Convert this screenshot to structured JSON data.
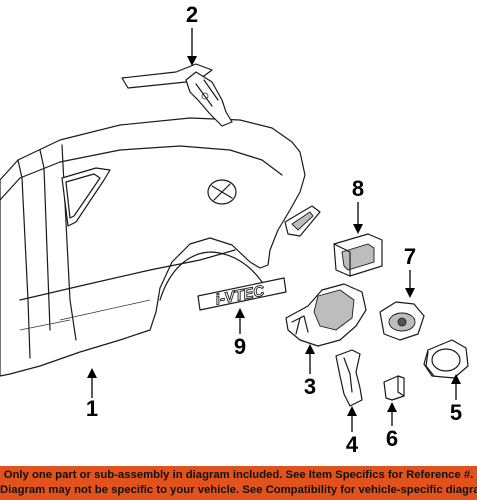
{
  "callouts": [
    {
      "id": "1",
      "label": "1"
    },
    {
      "id": "2",
      "label": "2"
    },
    {
      "id": "3",
      "label": "3"
    },
    {
      "id": "4",
      "label": "4"
    },
    {
      "id": "5",
      "label": "5"
    },
    {
      "id": "6",
      "label": "6"
    },
    {
      "id": "7",
      "label": "7"
    },
    {
      "id": "8",
      "label": "8"
    },
    {
      "id": "9",
      "label": "9"
    }
  ],
  "emblem_text": "i-VTEC",
  "footer": {
    "line1": "Only one part or sub-assembly in diagram included. See Item Specifics for Reference #.",
    "line2": "Diagram may not be specific to your vehicle. See Compatibility for vehicle-specific diagrams."
  },
  "colors": {
    "footer_bg": "#e2521d",
    "line": "#1a1a1a"
  }
}
